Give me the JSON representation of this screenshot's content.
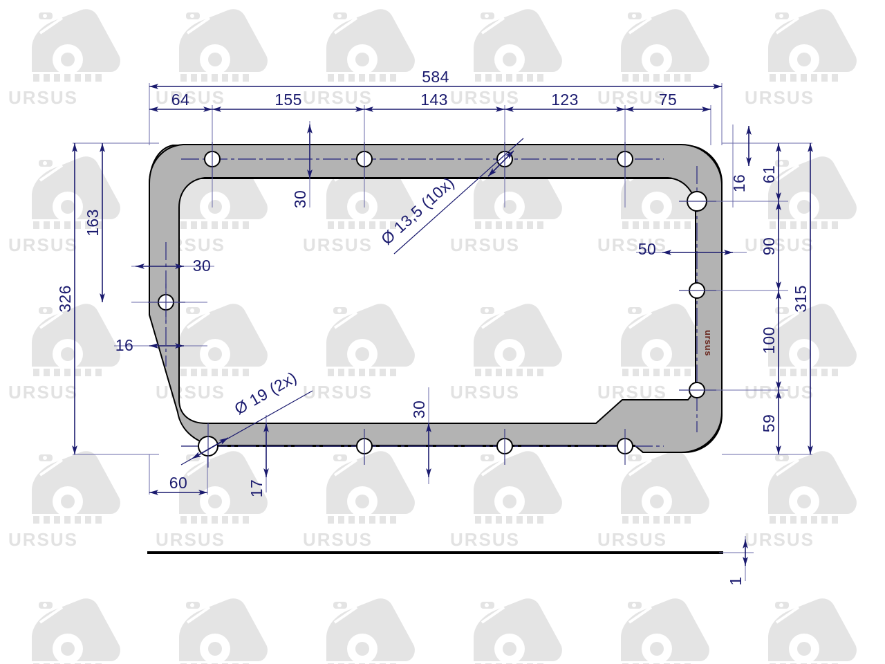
{
  "drawing": {
    "type": "engineering-part-drawing",
    "part": "gasket-plate",
    "brand_mark": "ursus",
    "units": "mm",
    "colors": {
      "dimension": "#1a1a6e",
      "outline": "#000000",
      "part_fill": "#b3b3b3",
      "watermark": "#e4e4e4",
      "brand": "#6b2a21",
      "background": "#ffffff"
    },
    "views": {
      "front": {
        "name": "front-view",
        "overall_width": "584",
        "overall_height": "326"
      },
      "section": {
        "name": "edge-section-view",
        "thickness": "1"
      }
    },
    "holes": {
      "small": {
        "label": "Ø 13,5 (10x)",
        "diameter": "13.5",
        "count": "10"
      },
      "large": {
        "label": "Ø 19 (2x)",
        "diameter": "19",
        "count": "2"
      }
    },
    "dimensions": {
      "top_overall": "584",
      "top_chain": [
        "64",
        "155",
        "143",
        "123",
        "75"
      ],
      "left_overall": "326",
      "left_163": "163",
      "left_30": "30",
      "left_16": "16",
      "right_overall": "315",
      "right_61": "61",
      "right_16": "16",
      "right_90": "90",
      "right_100": "100",
      "right_59": "59",
      "right_50": "50",
      "bottom_60": "60",
      "bottom_17": "17",
      "top_inner_30": "30",
      "bottom_inner_30": "30",
      "thickness": "1"
    }
  },
  "watermark": {
    "text": "URSUS"
  }
}
